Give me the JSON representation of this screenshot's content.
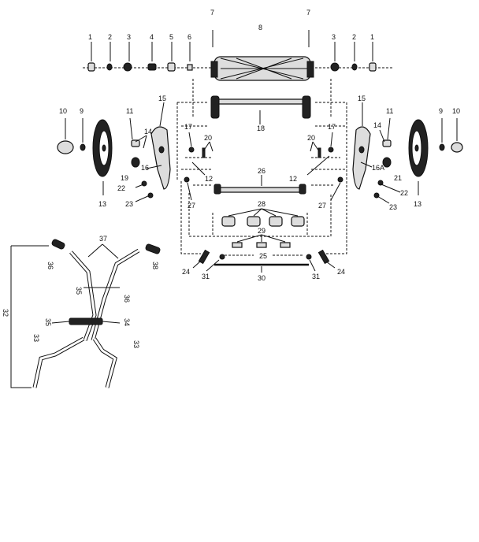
{
  "labels": {
    "l1a": "1",
    "l2a": "2",
    "l3a": "3",
    "l4": "4",
    "l5": "5",
    "l6": "6",
    "l7a": "7",
    "l7b": "7",
    "l8": "8",
    "l3b": "3",
    "l2b": "2",
    "l1b": "1",
    "l10a": "10",
    "l9a": "9",
    "l11a": "11",
    "l15a": "15",
    "l14a": "14",
    "l15b": "15",
    "l11b": "11",
    "l9b": "9",
    "l10b": "10",
    "l14b": "14",
    "l17a": "17",
    "l20a": "20",
    "l18": "18",
    "l17b": "17",
    "l20b": "20",
    "l16": "16",
    "l19": "19",
    "l12a": "12",
    "l12b": "12",
    "l26": "26",
    "l16a": "16A",
    "l21": "21",
    "l22a": "22",
    "l23a": "23",
    "l13a": "13",
    "l27a": "27",
    "l27b": "27",
    "l22b": "22",
    "l23b": "23",
    "l13b": "13",
    "l28": "28",
    "l29": "29",
    "l25": "25",
    "l24a": "24",
    "l31a": "31",
    "l30": "30",
    "l31b": "31",
    "l24b": "24",
    "l37": "37",
    "l36a": "36",
    "l38": "38",
    "l32": "32",
    "l35a": "35",
    "l36b": "36",
    "l35b": "35",
    "l34": "34",
    "l33a": "33",
    "l33b": "33"
  }
}
